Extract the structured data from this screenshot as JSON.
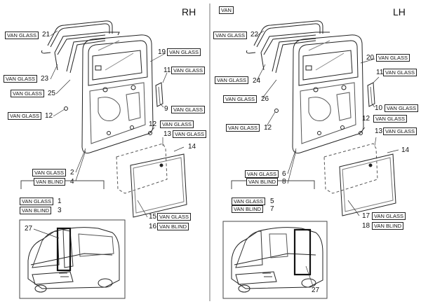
{
  "header": {
    "rh_title": "RH",
    "lh_title": "LH",
    "variant_tag": "VAN"
  },
  "rh_callouts": {
    "glass_21": "VAN GLASS",
    "n21": "21",
    "glass_23": "VAN GLASS",
    "n23": "23",
    "glass_25": "VAN GLASS",
    "n25": "25",
    "glass_12": "VAN GLASS",
    "n12": "12",
    "n19": "19",
    "glass_19": "VAN GLASS",
    "n11": "11",
    "glass_11": "VAN GLASS",
    "n9": "9",
    "glass_9": "VAN GLASS",
    "n12b": "12",
    "glass_12b": "VAN GLASS",
    "n13": "13",
    "glass_13": "VAN GLASS",
    "n14": "14",
    "glass_2": "VAN GLASS",
    "n2": "2",
    "blind_4": "VAN BLIND",
    "n4": "4",
    "glass_1": "VAN GLASS",
    "n1": "1",
    "blind_3": "VAN BLIND",
    "n3": "3",
    "n15": "15",
    "glass_15": "VAN GLASS",
    "n16": "16",
    "blind_16": "VAN BLIND",
    "n27": "27"
  },
  "lh_callouts": {
    "glass_22": "VAN GLASS",
    "n22": "22",
    "glass_24": "VAN GLASS",
    "n24": "24",
    "glass_26": "VAN GLASS",
    "n26": "26",
    "glass_12": "VAN GLASS",
    "n12": "12",
    "n20": "20",
    "glass_20": "VAN GLASS",
    "n11": "11",
    "glass_11": "VAN GLASS",
    "n10": "10",
    "glass_10": "VAN GLASS",
    "n12b": "12",
    "glass_12b": "VAN GLASS",
    "n13": "13",
    "glass_13": "VAN GLASS",
    "n14": "14",
    "glass_6": "VAN GLASS",
    "n6": "6",
    "blind_8": "VAN BLIND",
    "n8": "8",
    "glass_5": "VAN GLASS",
    "n5": "5",
    "blind_7": "VAN BLIND",
    "n7": "7",
    "n17": "17",
    "glass_17": "VAN GLASS",
    "n18": "18",
    "blind_18": "VAN BLIND",
    "n27": "27"
  }
}
